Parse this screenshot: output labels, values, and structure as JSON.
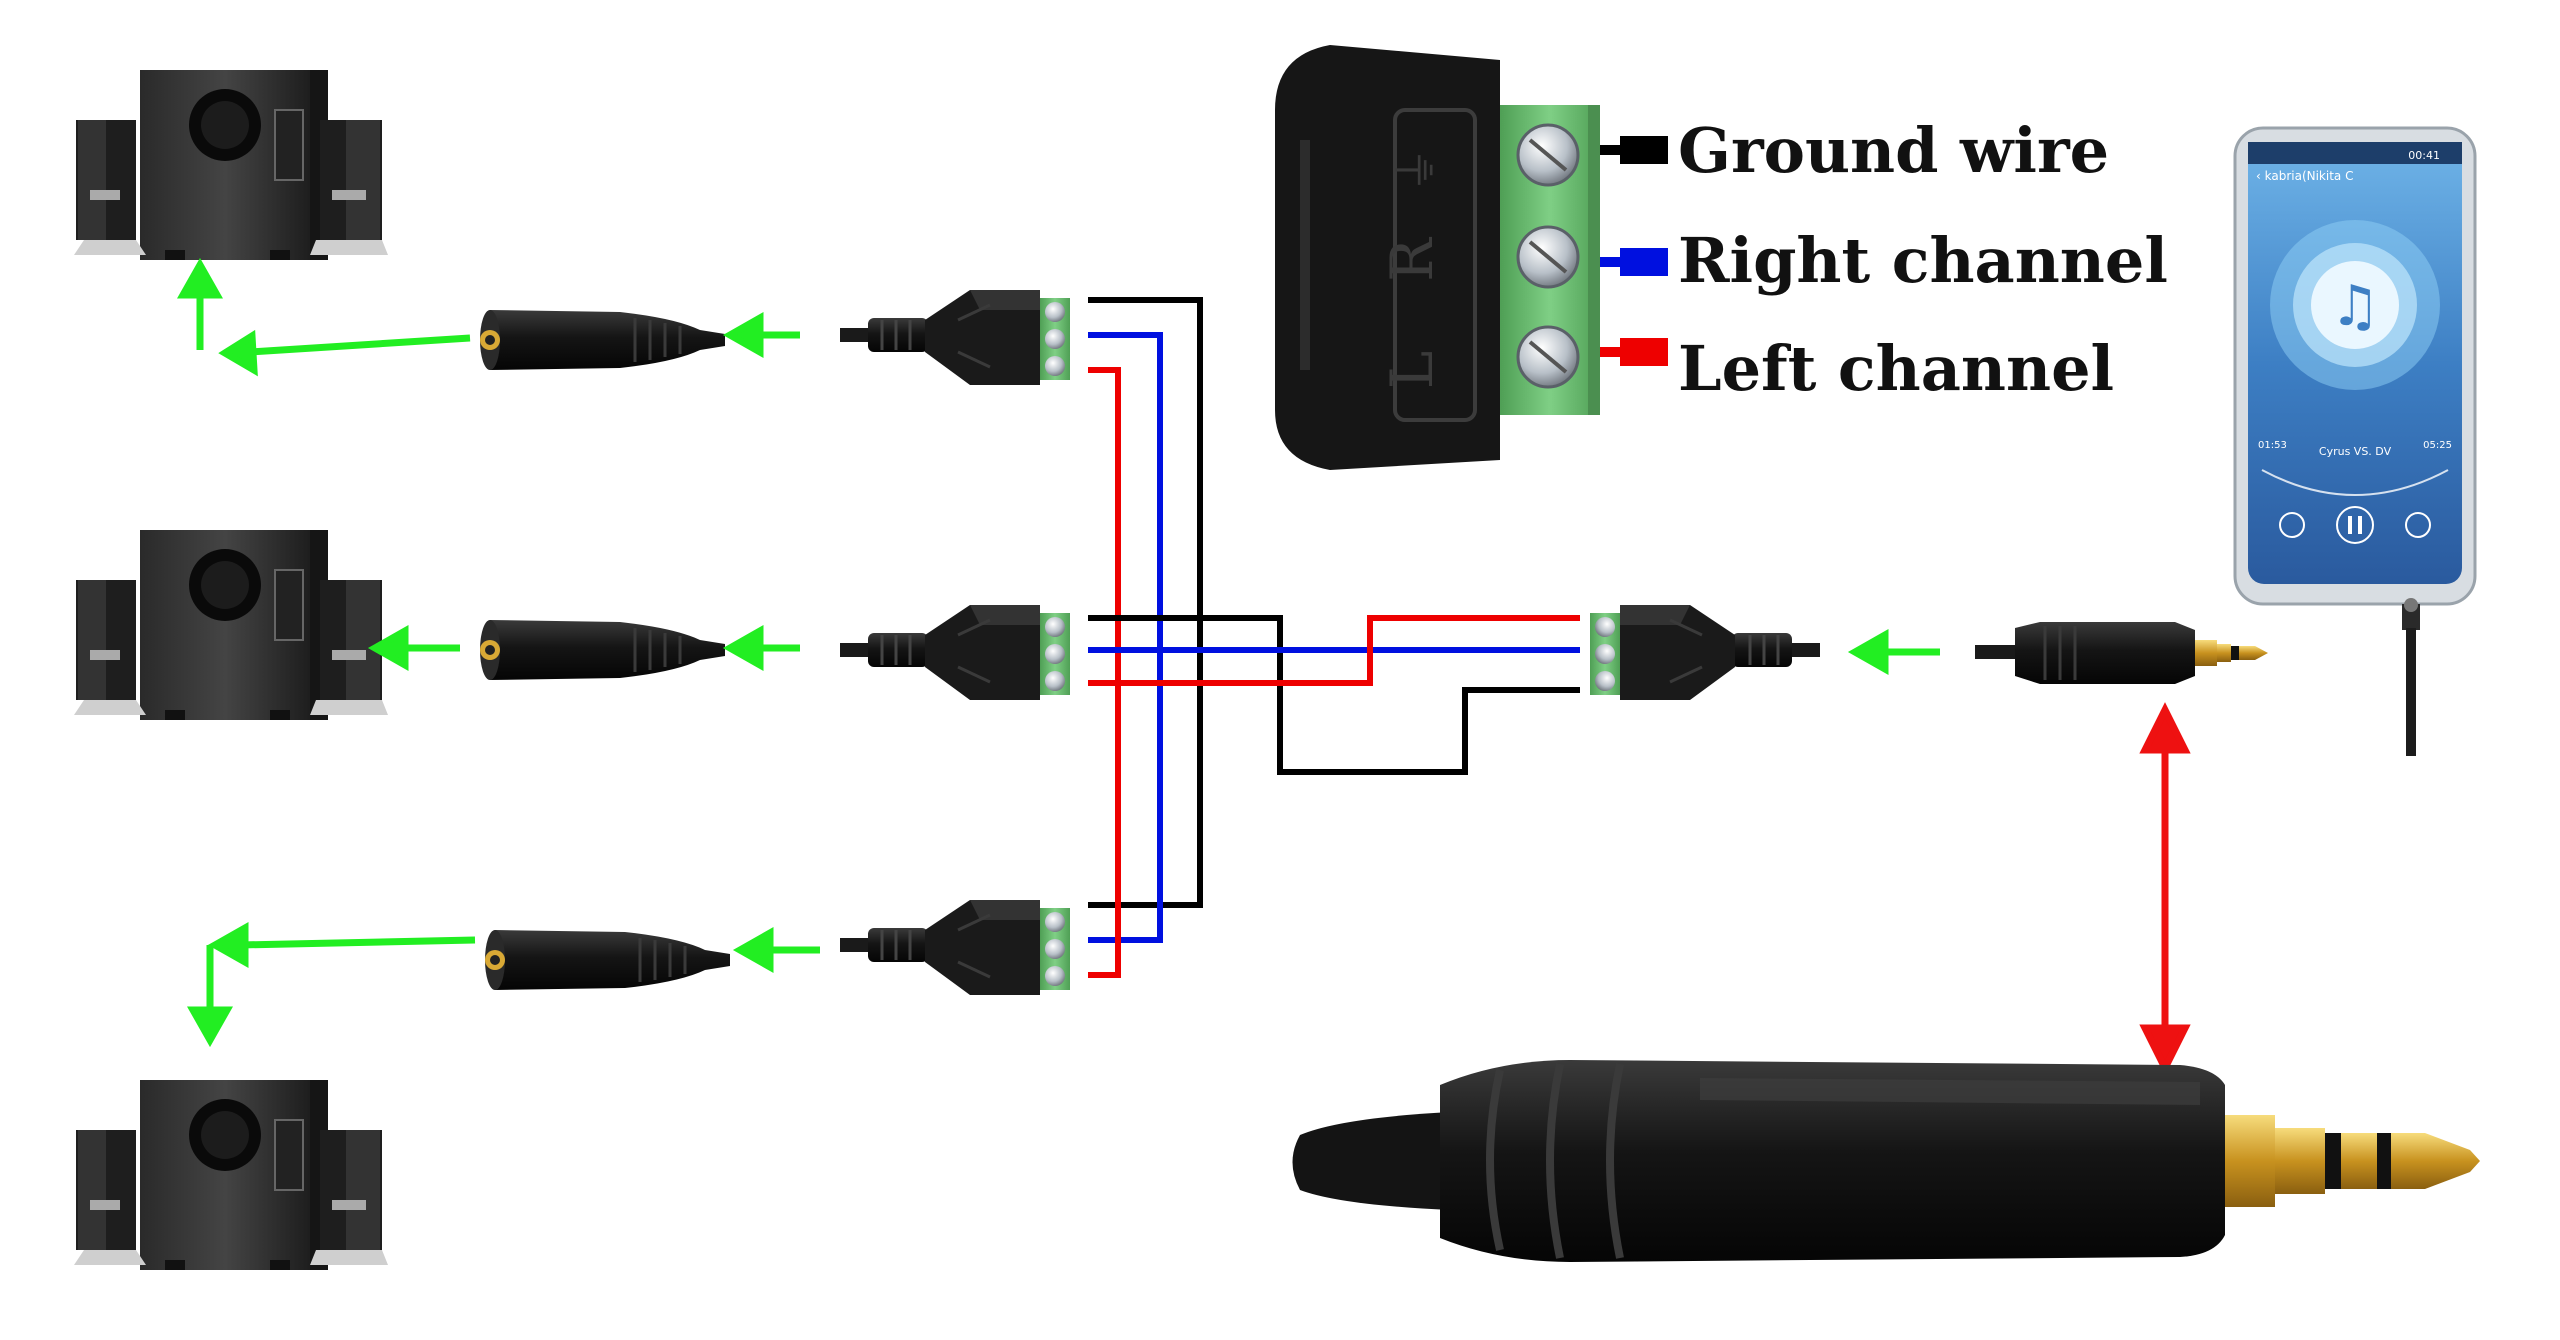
{
  "legend": {
    "ground_label": "Ground wire",
    "right_label": "Right channel",
    "left_label": "Left channel"
  },
  "terminal": {
    "symbol_ground": "⏚",
    "letter_right": "R",
    "letter_left": "L"
  },
  "phone": {
    "status_time": "00:41",
    "song_header": "‹ kabria(Nikita C",
    "song_title": "Cyrus VS. DV",
    "elapsed": "01:53",
    "duration": "05:25"
  },
  "colors": {
    "ground": "#000000",
    "right": "#0010e0",
    "left": "#ee0000",
    "flow_arrow": "#22ee22",
    "connect_arrow": "#ee1111",
    "terminal_green": "#6fbf73",
    "plug_gold": "#d9a935",
    "cable_black": "#151515"
  },
  "icons": {
    "speaker": "speaker-system-icon",
    "phone": "smartphone-icon",
    "music": "music-note-icon"
  }
}
